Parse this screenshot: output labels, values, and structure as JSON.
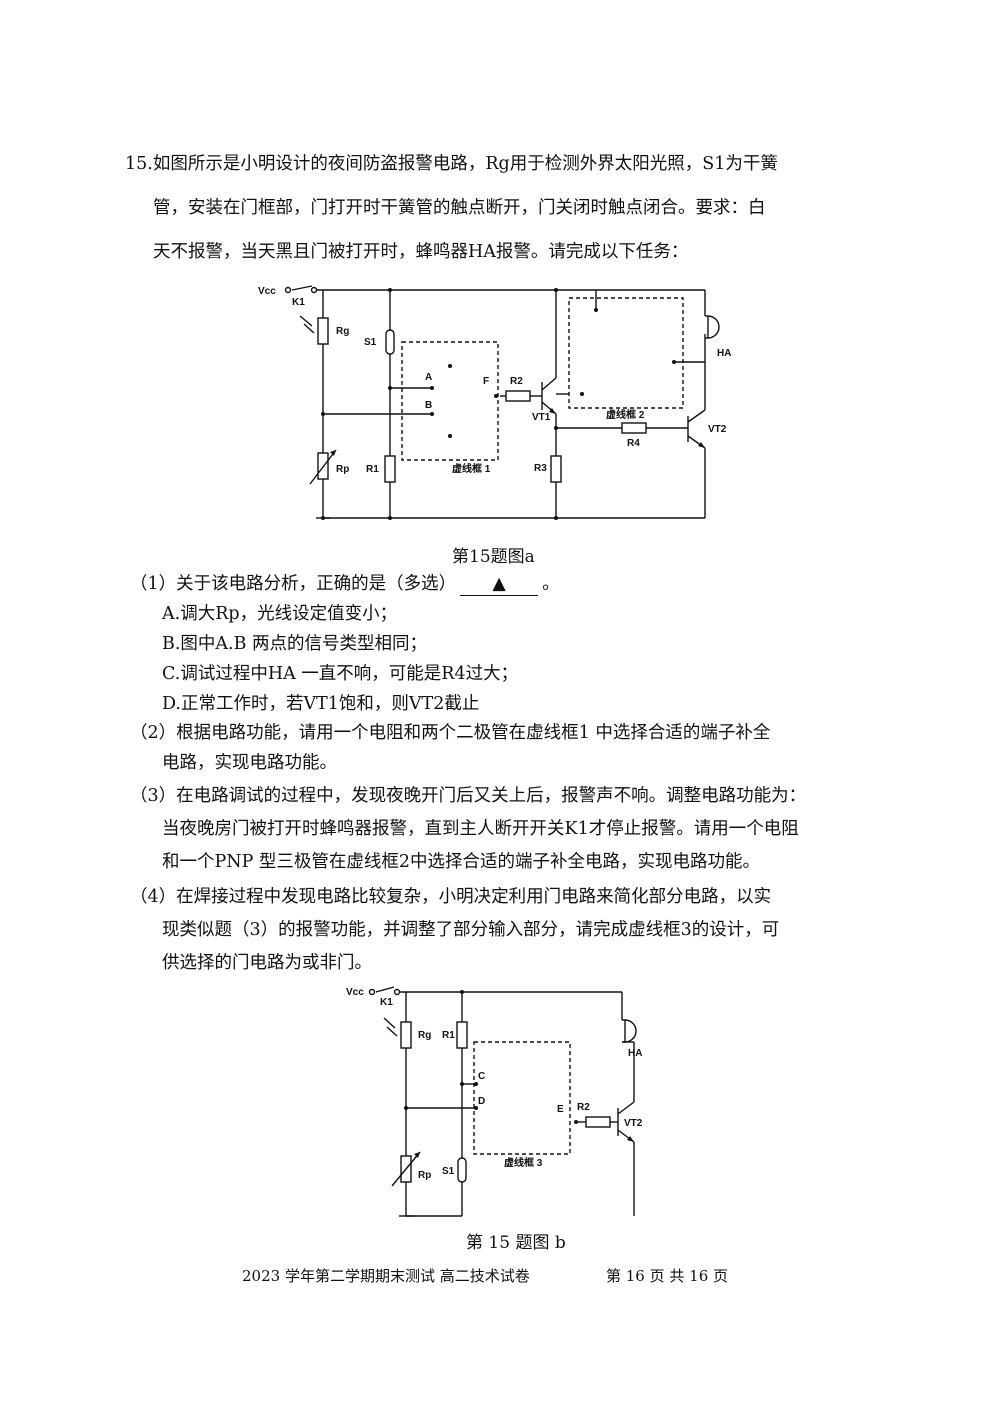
{
  "question": {
    "line1": "15.如图所示是小明设计的夜间防盗报警电路，Rg用于检测外界太阳光照，S1为干簧",
    "line2": "管，安装在门框部，门打开时干簧管的触点断开，门关闭时触点闭合。要求：白",
    "line3": "天不报警，当天黑且门被打开时，蜂鸣器HA报警。请完成以下任务："
  },
  "figure_a": {
    "caption": "第15题图a",
    "labels": {
      "vcc": "Vcc",
      "k1": "K1",
      "rg": "Rg",
      "s1": "S1",
      "rp": "Rp",
      "r1": "R1",
      "a": "A",
      "b": "B",
      "f": "F",
      "r2": "R2",
      "vt1": "VT1",
      "r3": "R3",
      "box1": "虚线框 1",
      "box2": "虚线框 2",
      "r4": "R4",
      "vt2": "VT2",
      "ha": "HA"
    }
  },
  "sub1": {
    "stem": "（1）关于该电路分析，正确的是（多选）",
    "blank": "▲",
    "tail": "。",
    "options": [
      "A.调大Rp，光线设定值变小；",
      "B.图中A.B 两点的信号类型相同；",
      "C.调试过程中HA 一直不响，可能是R4过大；",
      "D.正常工作时，若VT1饱和，则VT2截止"
    ]
  },
  "sub2": {
    "line1": "（2）根据电路功能，请用一个电阻和两个二极管在虚线框1 中选择合适的端子补全",
    "line2": "电路，实现电路功能。"
  },
  "sub3": {
    "line1": "（3）在电路调试的过程中，发现夜晚开门后又关上后，报警声不响。调整电路功能为：",
    "line2": "当夜晚房门被打开时蜂鸣器报警，直到主人断开开关K1才停止报警。请用一个电阻",
    "line3": "和一个PNP 型三极管在虚线框2中选择合适的端子补全电路，实现电路功能。"
  },
  "sub4": {
    "line1": "（4）在焊接过程中发现电路比较复杂，小明决定利用门电路来简化部分电路，以实",
    "line2": "现类似题（3）的报警功能，并调整了部分输入部分，请完成虚线框3的设计，可",
    "line3": "供选择的门电路为或非门。"
  },
  "figure_b": {
    "caption": "第 15 题图 b",
    "labels": {
      "vcc": "Vcc",
      "k1": "K1",
      "rg": "Rg",
      "r1": "R1",
      "c": "C",
      "d": "D",
      "e": "E",
      "r2": "R2",
      "vt2": "VT2",
      "rp": "Rp",
      "s1": "S1",
      "box3": "虚线框 3",
      "ha": "HA"
    }
  },
  "footer": {
    "text": "2023 学年第二学期期末测试 高二技术试卷",
    "page": "第 16 页 共 16 页"
  }
}
